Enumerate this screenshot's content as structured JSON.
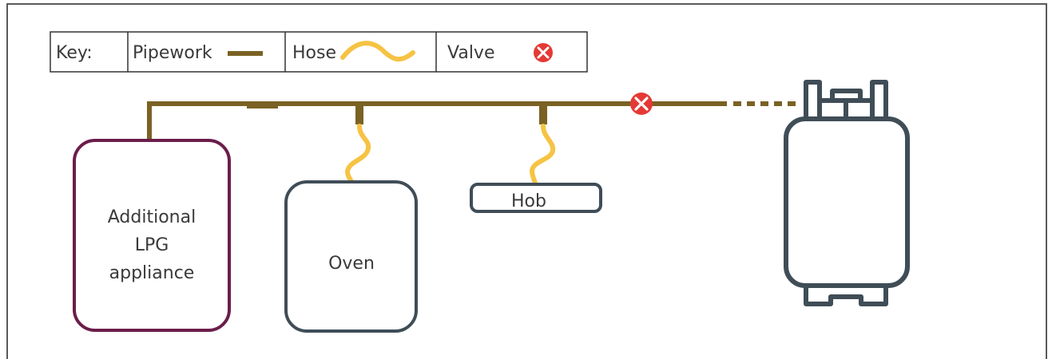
{
  "key": {
    "title": "Key:",
    "pipework_label": "Pipework",
    "hose_label": "Hose",
    "valve_label": "Valve"
  },
  "appliances": {
    "additional_line1": "Additional",
    "additional_line2": "LPG",
    "additional_line3": "appliance",
    "oven": "Oven",
    "hob": "Hob"
  },
  "colors": {
    "pipework": "#7a6224",
    "hose": "#f6c344",
    "valve": "#e53935",
    "appliance_outline": "#3f4d57",
    "additional_outline": "#6b1d4a"
  },
  "icons": {
    "valve": "valve-icon",
    "cylinder": "gas-cylinder-icon"
  }
}
